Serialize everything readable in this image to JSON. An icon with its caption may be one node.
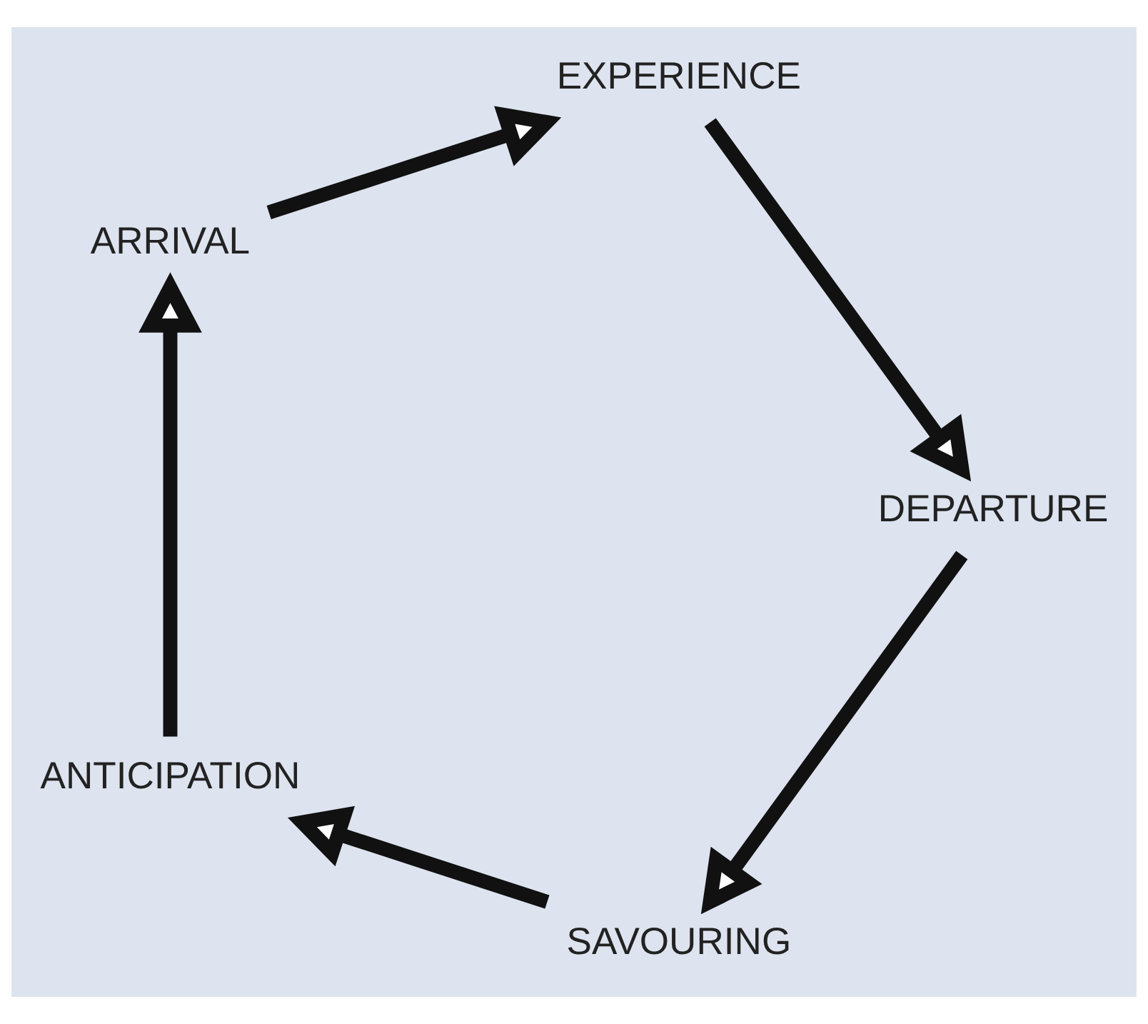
{
  "diagram": {
    "nodes": [
      {
        "text": [
          "SAVOURING"
        ]
      },
      {
        "text": [
          "ANTICIPATION"
        ]
      },
      {
        "text": [
          "ARRIVAL"
        ]
      },
      {
        "text": [
          "EXPERIENCE"
        ]
      },
      {
        "text": [
          "DEPARTURE"
        ]
      }
    ],
    "edges": [
      {
        "from": 0,
        "to": 1,
        "arrow": "to"
      },
      {
        "from": 1,
        "to": 2,
        "arrow": "to"
      },
      {
        "from": 2,
        "to": 3,
        "arrow": "to"
      },
      {
        "from": 3,
        "to": 4,
        "arrow": "to"
      },
      {
        "from": 4,
        "to": 0,
        "arrow": "to"
      }
    ]
  }
}
